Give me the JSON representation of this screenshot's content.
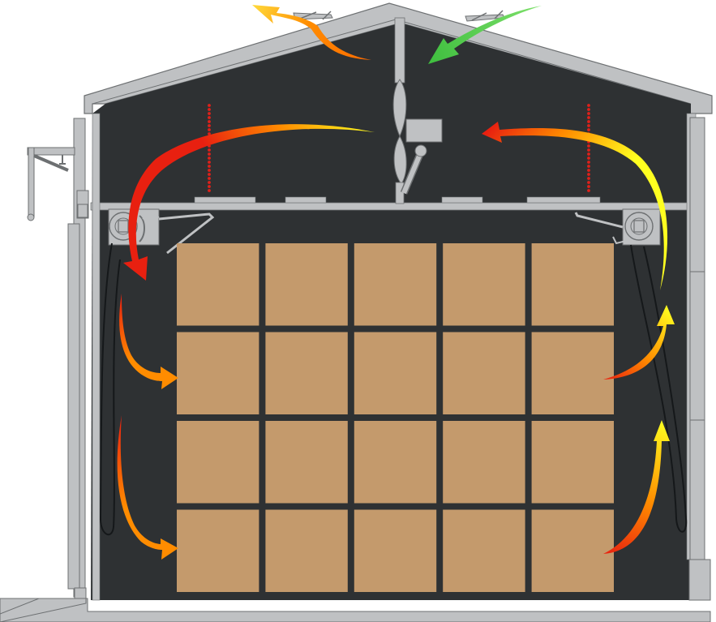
{
  "diagram": {
    "colors": {
      "interior": "#2e3133",
      "steel": "#bfc1c3",
      "steel_edge": "#6d7072",
      "box": "#c49a6c",
      "hot": "#e82010",
      "mid": "#ff8c00",
      "warm": "#ffff20",
      "fresh": "#3fbf3f",
      "fresh_light": "#7ee06b",
      "exhaust_start": "#ff6a00",
      "exhaust_end": "#ffd93a",
      "heater_dots": "#e0201a"
    },
    "stack": {
      "rows": 4,
      "columns": 5
    },
    "components": [
      {
        "id": "circulation-fan",
        "icon": "fan-icon"
      },
      {
        "id": "fan-motor",
        "icon": "motor-icon"
      },
      {
        "id": "roof-vent-exhaust",
        "icon": "vent-icon"
      },
      {
        "id": "roof-vent-intake",
        "icon": "vent-icon"
      },
      {
        "id": "heater-left",
        "icon": "heater-coil-icon"
      },
      {
        "id": "heater-right",
        "icon": "heater-coil-icon"
      },
      {
        "id": "humidifier-left",
        "icon": "spray-nozzle-icon"
      },
      {
        "id": "humidifier-right",
        "icon": "spray-nozzle-icon"
      },
      {
        "id": "door-hoist",
        "icon": "hoist-icon"
      }
    ],
    "airflow": [
      {
        "id": "exhaust-air",
        "kind": "exhaust"
      },
      {
        "id": "fresh-air-intake",
        "kind": "fresh"
      },
      {
        "id": "recirculation-left",
        "kind": "hot-to-warm"
      },
      {
        "id": "recirculation-right",
        "kind": "warm-to-hot"
      },
      {
        "id": "supply-left-upper",
        "kind": "hot-to-warm"
      },
      {
        "id": "supply-left-lower",
        "kind": "hot-to-warm"
      },
      {
        "id": "return-right-upper",
        "kind": "hot-to-warm"
      },
      {
        "id": "return-right-lower",
        "kind": "hot-to-warm"
      }
    ]
  }
}
